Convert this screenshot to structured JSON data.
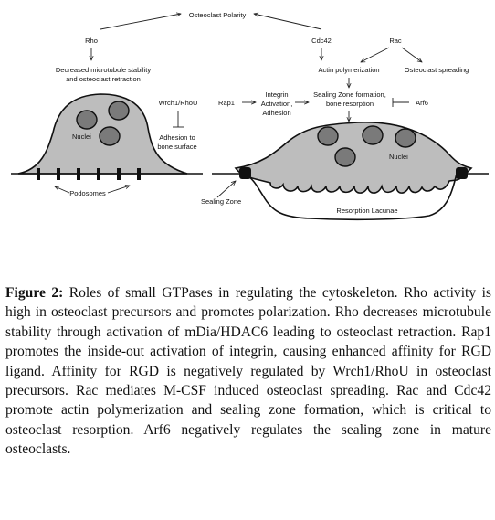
{
  "diagram": {
    "labels": {
      "osteoclast_polarity": "Osteoclast Polarity",
      "rho": "Rho",
      "cdc42": "Cdc42",
      "rac": "Rac",
      "decreased_microtubule_1": "Decreased microtubule stability",
      "decreased_microtubule_2": "and osteoclast retraction",
      "actin_polymerization": "Actin polymerization",
      "osteoclast_spreading": "Osteoclast spreading",
      "wrch1_rhou": "Wrch1/RhoU",
      "rap1": "Rap1",
      "integrin_1": "Integrin",
      "integrin_2": "Activation,",
      "integrin_3": "Adhesion",
      "sealing_zone_formation_1": "Sealing Zone formation,",
      "sealing_zone_formation_2": "bone resorption",
      "arf6": "Arf6",
      "adhesion_1": "Adhesion to",
      "adhesion_2": "bone surface",
      "nuclei_left": "Nuclei",
      "nuclei_right": "Nuclei",
      "podosomes": "Podosomes",
      "sealing_zone": "Sealing Zone",
      "resorption_lacunae": "Resorption Lacunae"
    }
  },
  "caption": {
    "label": "Figure 2:",
    "text": " Roles of small GTPases in regulating the cytoskeleton. Rho activity is high in osteoclast precursors and promotes polarization. Rho decreases microtubule stability through activation of mDia/HDAC6 leading to osteoclast retraction. Rap1 promotes the inside-out activation of integrin, causing enhanced affinity for RGD ligand. Affinity for RGD is negatively regulated by Wrch1/RhoU in osteoclast precursors. Rac mediates M-CSF induced osteoclast spreading. Rac and Cdc42 promote actin polymerization and sealing zone formation, which is critical to osteoclast resorption. Arf6 negatively regulates the sealing zone in mature osteoclasts."
  }
}
